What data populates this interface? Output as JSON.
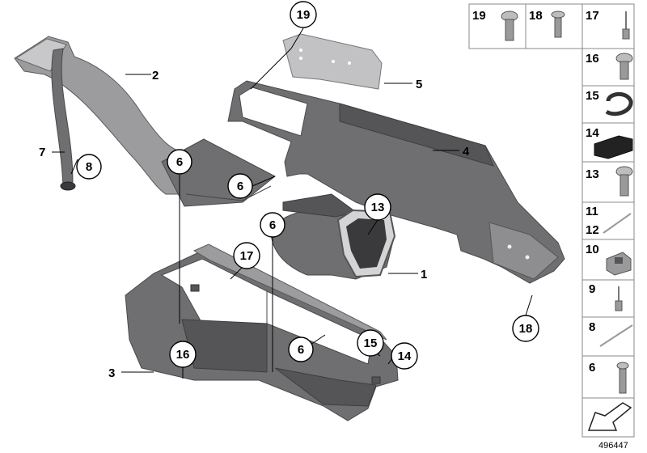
{
  "callouts": {
    "c1": "1",
    "c2": "2",
    "c3": "3",
    "c4": "4",
    "c5": "5",
    "c7": "7"
  },
  "circled": {
    "b19": "19",
    "b8": "8",
    "b6a": "6",
    "b6b": "6",
    "b6c": "6",
    "b6d": "6",
    "b13": "13",
    "b17": "17",
    "b16": "16",
    "b15": "15",
    "b14": "14",
    "b18": "18"
  },
  "key_panel": {
    "top_row": [
      "19",
      "18",
      "17"
    ],
    "column": [
      "16",
      "15",
      "14",
      "13",
      "11",
      "12",
      "10",
      "9",
      "8",
      "6"
    ]
  },
  "diagram_id": "496447",
  "colors": {
    "part": "#6f6f72",
    "part_light": "#9c9c9f",
    "foam": "#222222"
  }
}
